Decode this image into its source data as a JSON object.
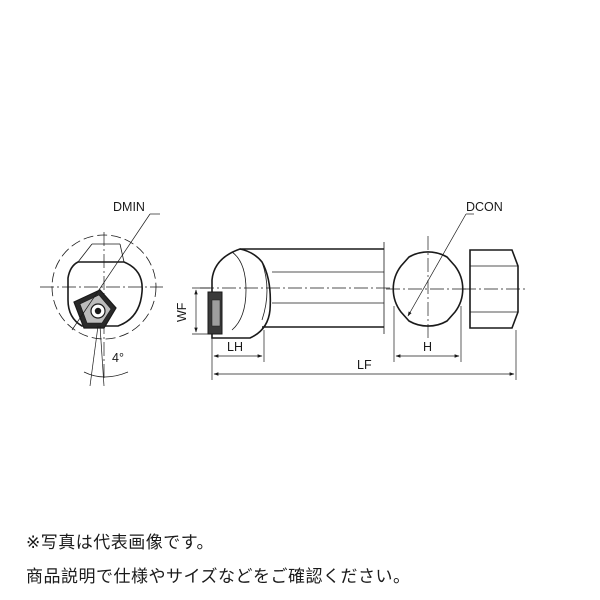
{
  "labels": {
    "dmin": "DMIN",
    "dcon": "DCON",
    "wf": "WF",
    "lh": "LH",
    "lf": "LF",
    "h": "H",
    "angle": "4°"
  },
  "notes": {
    "line1": "※写真は代表画像です。",
    "line2": "商品説明で仕様やサイズなどをご確認ください。"
  }
}
